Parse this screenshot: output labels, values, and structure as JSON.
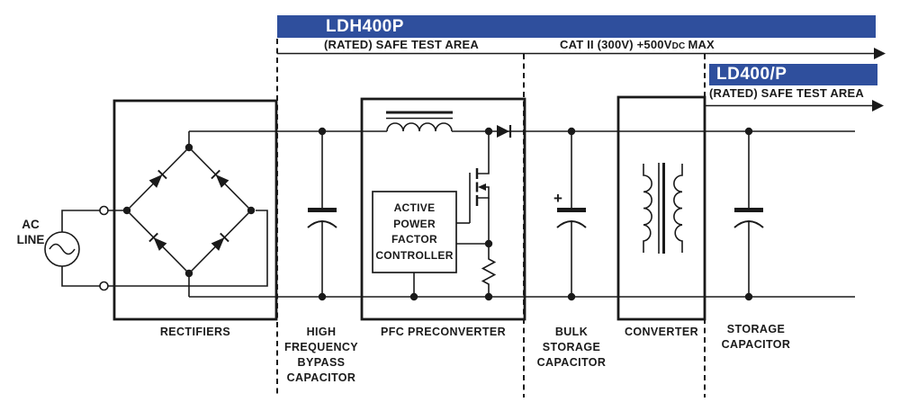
{
  "colors": {
    "banner_blue": "#2F4F9D",
    "line": "#1A1A1A",
    "background": "#FFFFFF"
  },
  "banners": {
    "ldh400p": "LDH400P",
    "ld400p": "LD400/P"
  },
  "annotations": {
    "rated_safe_test_area_top": "(RATED) SAFE TEST AREA",
    "cat_rating_main": "CAT II (300V) +500V",
    "cat_rating_sub": "DC",
    "cat_rating_suffix": "MAX",
    "rated_safe_test_area_right": "(RATED) SAFE TEST AREA"
  },
  "ac_source": {
    "line1": "AC",
    "line2": "LINE"
  },
  "blocks": {
    "rectifiers": {
      "label": "RECTIFIERS"
    },
    "hf_bypass": {
      "lines": [
        "HIGH",
        "FREQUENCY",
        "BYPASS",
        "CAPACITOR"
      ]
    },
    "pfc": {
      "label": "PFC PRECONVERTER"
    },
    "controller": {
      "lines": [
        "ACTIVE",
        "POWER",
        "FACTOR",
        "CONTROLLER"
      ]
    },
    "bulk_cap": {
      "lines": [
        "BULK",
        "STORAGE",
        "CAPACITOR"
      ],
      "polarity": "+"
    },
    "converter": {
      "label": "CONVERTER"
    },
    "storage_cap": {
      "lines": [
        "STORAGE",
        "CAPACITOR"
      ]
    }
  }
}
